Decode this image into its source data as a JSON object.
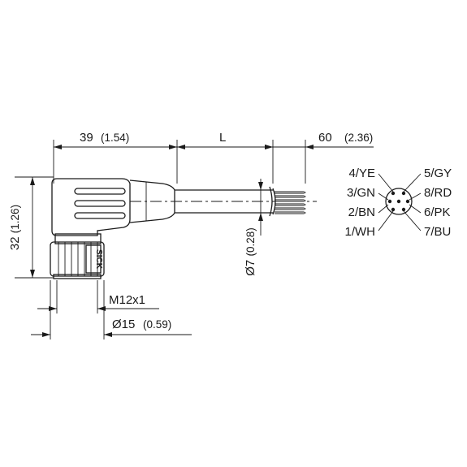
{
  "dimensions": {
    "body_length": {
      "value": "39",
      "inch": "(1.54)"
    },
    "cable_length": {
      "value": "L"
    },
    "strip_length": {
      "value": "60",
      "inch": "(2.36)"
    },
    "height": {
      "value": "32",
      "inch": "(1.26)"
    },
    "cable_diameter": {
      "value": "Ø7",
      "inch": "(0.28)"
    },
    "thread": {
      "value": "M12x1"
    },
    "nut_diameter": {
      "value": "Ø15",
      "inch": "(0.59)"
    }
  },
  "connector_logo": "SICK",
  "pinout": {
    "left": [
      "4/YE",
      "3/GN",
      "2/BN",
      "1/WH"
    ],
    "right": [
      "5/GY",
      "8/RD",
      "6/PK",
      "7/BU"
    ]
  },
  "colors": {
    "line": "#1a1a1a",
    "body_fill": "#ffffff"
  }
}
